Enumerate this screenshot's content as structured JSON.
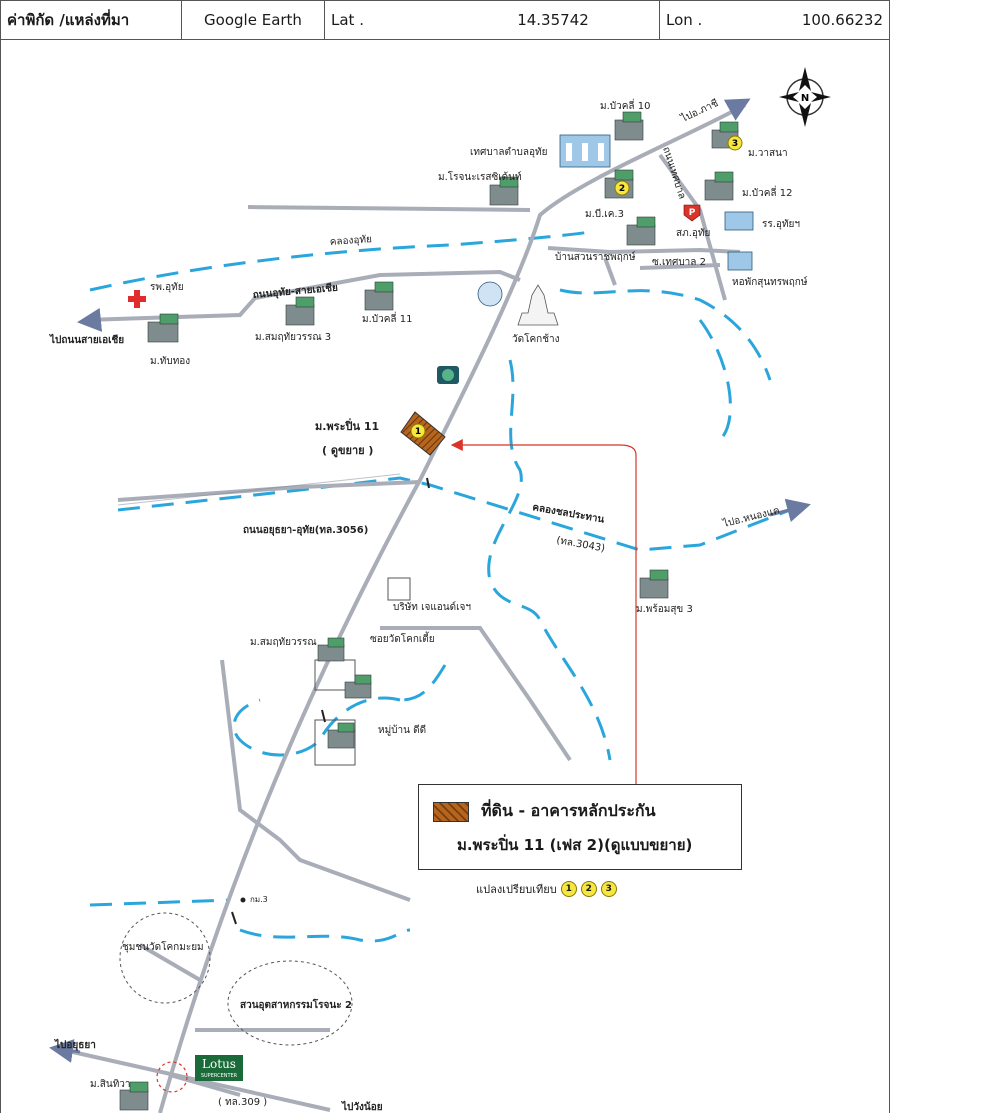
{
  "header": {
    "coord_label": "ค่าพิกัด /แหล่งที่มา",
    "source": "Google Earth",
    "lat_label": "Lat .",
    "lat_value": "14.35742",
    "lon_label": "Lon .",
    "lon_value": "100.66232"
  },
  "labels": {
    "to_phachi": "ไปอ.ภาชี",
    "m_buakhli10": "ม.บัวคลี่ 10",
    "tessaban": "เทศบาลตำบลอุทัย",
    "m_rochana": "ม.โรจนะเรสซิเด้นท์",
    "m_bk3": "ม.บี.เค.3",
    "m_wasana": "ม.วาสนา",
    "m_buakhli12": "ม.บัวคลี่ 12",
    "rr_uthai": "รร.อุทัยฯ",
    "skn_uthai": "สภ.อุทัย",
    "tessaban_road": "ถนนเทศบาล",
    "ban_suan": "บ้านสวนราชพฤกษ์",
    "soi_tessaban2": "ซ.เทศบาล 2",
    "hor_phak": "หอพักสุนทรพฤกษ์",
    "khlong_uthai": "คลองอุทัย",
    "rp_uthai": "รพ.อุทัย",
    "road_uthai_sai": "ถนนอุทัย-สายเอเชีย",
    "to_asia": "ไปถนนสายเอเชีย",
    "m_thapthong": "ม.ทับทอง",
    "m_somuthai3": "ม.สมฤทัยวรรณ 3",
    "m_buakhli11": "ม.บัวคลี่ 11",
    "wat": "วัดโคกช้าง",
    "m_phraprin": "ม.พระปิ่น 11",
    "dukhyai": "( ดูขยาย )",
    "khlong_chon": "คลองชลประทาน",
    "road_3043": "(ทล.3043)",
    "to_nongkhae": "ไปอ.หนองแค",
    "road_3056": "ถนนอยุธยา-อุทัย(ทล.3056)",
    "m_phromsuk": "ม.พร้อมสุข 3",
    "company": "บริษัท เจแอนด์เจฯ",
    "soi_wat": "ซอยวัดโคกเตี้ย",
    "m_somuthai": "ม.สมฤทัยวรรณ",
    "m_didi": "หมู่บ้าน ดีดี",
    "km3": "กม.3",
    "chumchon": "ชุมชนวัดโคกมะยม",
    "park": "สวนอุตสาหกรรมโรจนะ 2",
    "to_ayutthaya": "ไปอยุธยา",
    "m_sinthawa": "ม.สินทิวา",
    "lotus": "Lotus",
    "lotus_sub": "SUPERCENTER",
    "road_309": "( ทล.309 )",
    "to_wangnoi": "ไปวังน้อย",
    "north": "N"
  },
  "markers": {
    "m1": "1",
    "m2": "2",
    "m3": "3"
  },
  "legend": {
    "title": "ที่ดิน - อาคารหลักประกัน",
    "subtitle": "ม.พระปิ่น 11 (เฟส 2)(ดูแบบขยาย)",
    "compare_label": "แปลงเปรียบเทียบ",
    "c1": "1",
    "c2": "2",
    "c3": "3"
  },
  "colors": {
    "road": "#a9adb8",
    "canal": "#2aa6dc",
    "arrow": "#d9352b",
    "subject": "#b5651d",
    "marker": "#f5e642"
  }
}
